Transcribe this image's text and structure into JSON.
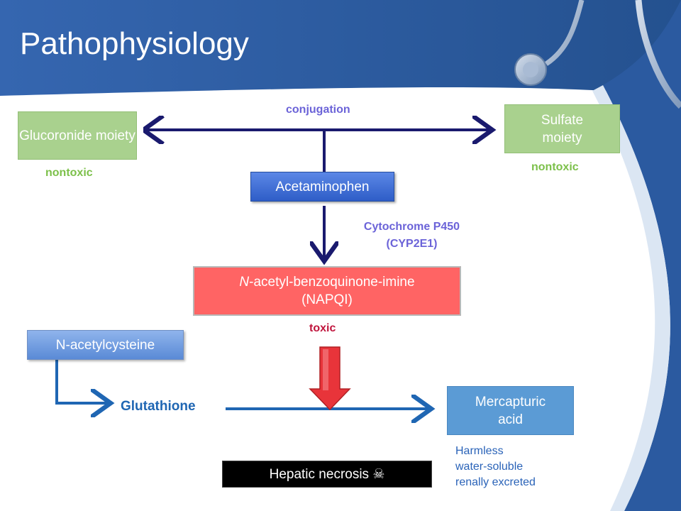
{
  "title": "Pathophysiology",
  "nodes": {
    "glucoronide": "Glucoronide moiety",
    "sulfate": "Sulfate moiety",
    "acetaminophen": "Acetaminophen",
    "napqi_prefix": "N",
    "napqi_rest": "-acetyl-benzoquinone-imine",
    "napqi_line2": "(NAPQI)",
    "nac": "N-acetylcysteine",
    "glutathione": "Glutathione",
    "mercapturic": "Mercapturic acid",
    "necrosis": "Hepatic necrosis",
    "necrosis_icon": "☠"
  },
  "labels": {
    "conjugation": "conjugation",
    "nontoxic_left": "nontoxic",
    "nontoxic_right": "nontoxic",
    "cyp_line1": "Cytochrome P450",
    "cyp_line2": "(CYP2E1)",
    "toxic": "toxic"
  },
  "notes": {
    "line1": "Harmless",
    "line2": "water-soluble",
    "line3": "renally excreted"
  },
  "colors": {
    "header_blue": "#2c5ba3",
    "arrow_navy": "#1a1a6e",
    "arrow_blue": "#1f66b3",
    "red_arrow": "#e8343a"
  }
}
